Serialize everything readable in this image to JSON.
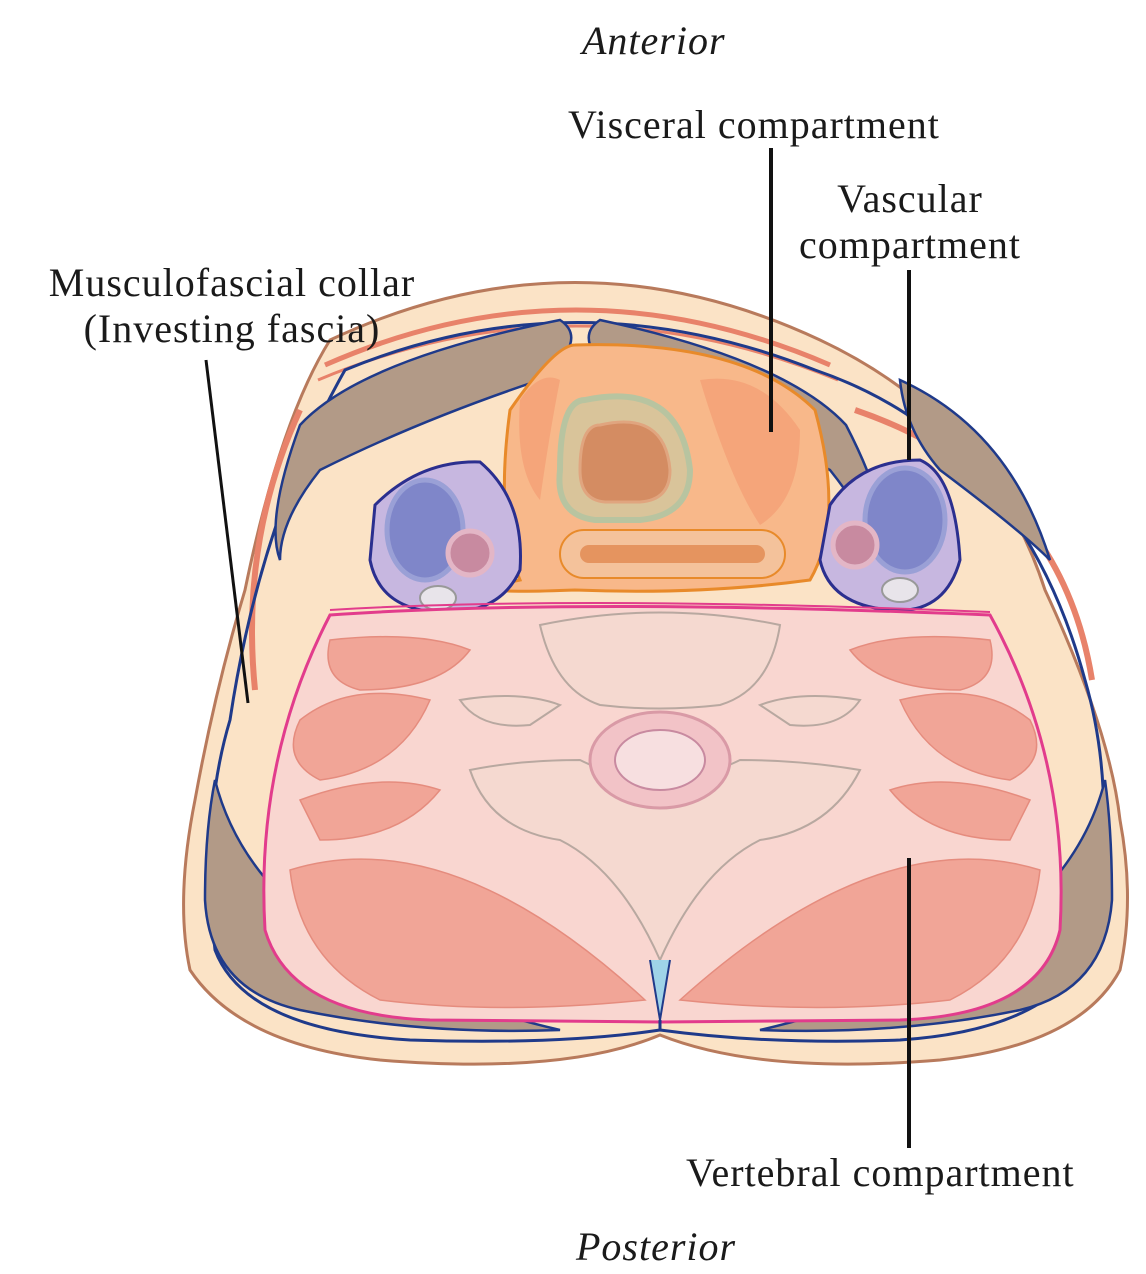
{
  "orientation": {
    "top": "Anterior",
    "bottom": "Posterior"
  },
  "labels": {
    "visceral": "Visceral compartment",
    "vascular_line1": "Vascular",
    "vascular_line2": "compartment",
    "musculofascial_line1": "Musculofascial collar",
    "musculofascial_line2": "(Investing fascia)",
    "vertebral": "Vertebral compartment"
  },
  "colors": {
    "skin": "#fbe3c6",
    "skin_outline": "#b87a5c",
    "fascia": "#1f3a8a",
    "muscle_brown": "#b29a87",
    "visceral_fill": "#f8b88a",
    "visceral_outline": "#e88a2a",
    "vascular_fill": "#c7b7e0",
    "vein": "#7f86c9",
    "artery": "#c88aa0",
    "vertebral_fill": "#f9d6d0",
    "vertebral_outline": "#e23c8c",
    "deep_muscle": "#f1a597",
    "bone": "#f5d9d0"
  }
}
